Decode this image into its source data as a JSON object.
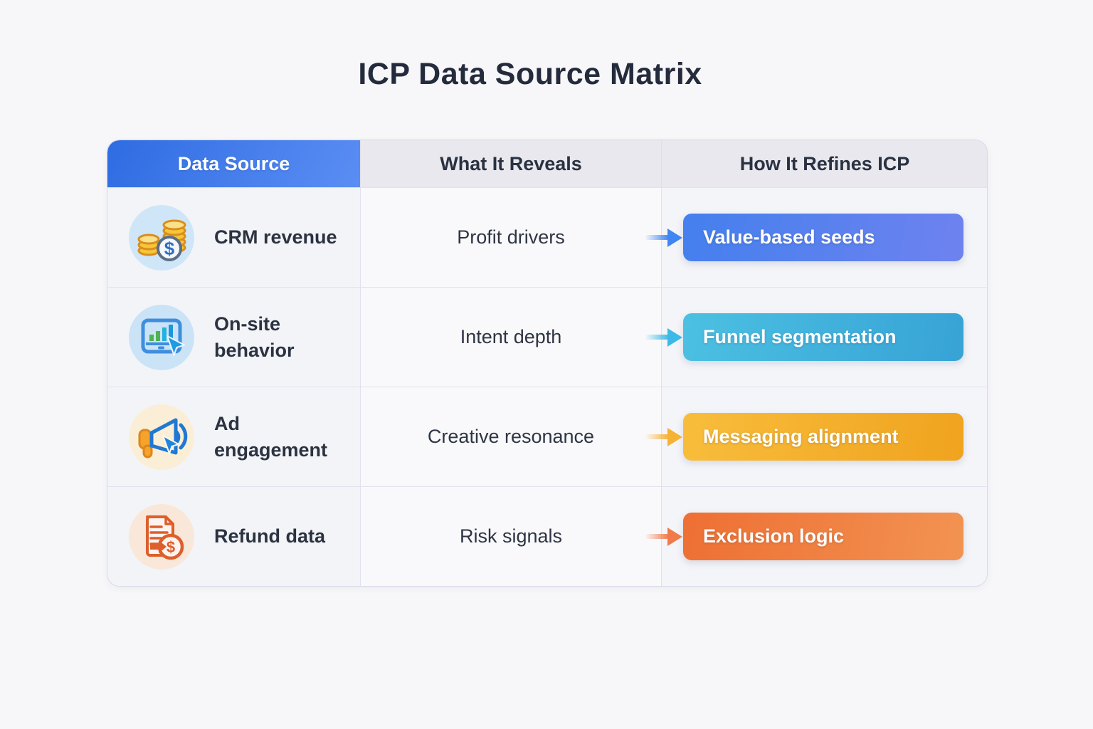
{
  "page": {
    "title": "ICP Data Source Matrix",
    "background": "#f7f7f9"
  },
  "table": {
    "headers": [
      {
        "label": "Data Source"
      },
      {
        "label": "What It Reveals"
      },
      {
        "label": "How It Refines ICP"
      }
    ],
    "header_accent": {
      "from": "#2f6ce2",
      "to": "#5b8ef4"
    },
    "rows": [
      {
        "source": "CRM revenue",
        "icon": "coins-dollar-icon",
        "reveals": "Profit drivers",
        "refines": "Value-based seeds",
        "arrow_color": "#3f86f2",
        "button_from": "#4480ee",
        "button_to": "#6e82ef"
      },
      {
        "source": "On-site behavior",
        "icon": "screen-analytics-cursor-icon",
        "reveals": "Intent depth",
        "refines": "Funnel segmentation",
        "arrow_color": "#3cb9e6",
        "button_from": "#4cc0e2",
        "button_to": "#37a3d6"
      },
      {
        "source": "Ad engagement",
        "icon": "megaphone-cursor-icon",
        "reveals": "Creative resonance",
        "refines": "Messaging alignment",
        "arrow_color": "#f6b234",
        "button_from": "#f8bd3c",
        "button_to": "#f0a31e"
      },
      {
        "source": "Refund data",
        "icon": "refund-document-icon",
        "reveals": "Risk signals",
        "refines": "Exclusion logic",
        "arrow_color": "#f07a4a",
        "button_from": "#ee6f33",
        "button_to": "#f29352"
      }
    ]
  }
}
